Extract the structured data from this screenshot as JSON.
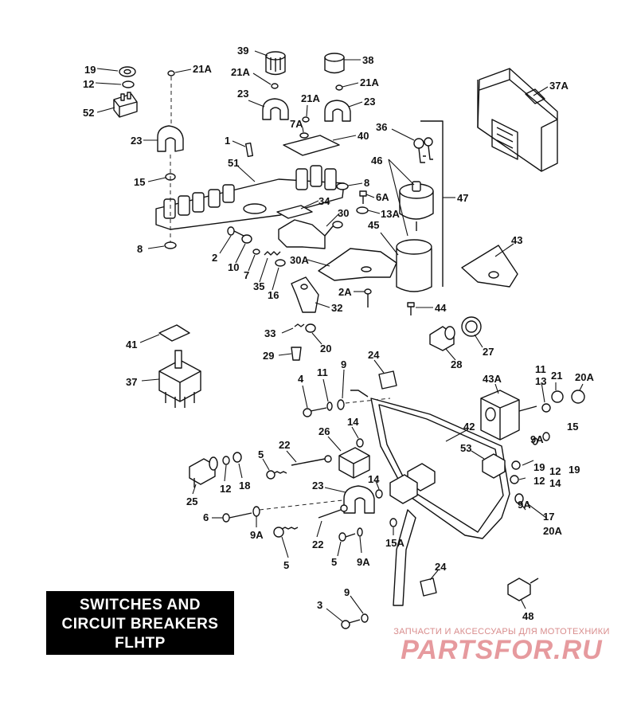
{
  "title": {
    "line1": "SWITCHES AND",
    "line2": "CIRCUIT BREAKERS",
    "line3": "FLHTP"
  },
  "watermark": {
    "caption": "ЗАПЧАСТИ И АКСЕССУАРЫ ДЛЯ МОТОТЕХНИКИ",
    "logo": "PARTSFOR.RU"
  },
  "callouts": {
    "c1": "19",
    "c2": "12",
    "c3": "52",
    "c4": "21A",
    "c5": "39",
    "c6": "21A",
    "c7": "38",
    "c8": "21A",
    "c9": "23",
    "c10": "21A",
    "c11": "23",
    "c12": "37A",
    "c13": "7A",
    "c14": "40",
    "c15": "36",
    "c16": "23",
    "c17": "1",
    "c18": "51",
    "c19": "15",
    "c20": "46",
    "c21": "8",
    "c22": "6A",
    "c23": "47",
    "c24": "34",
    "c25": "30",
    "c26": "13A",
    "c27": "45",
    "c28": "43",
    "c29": "8",
    "c30": "2",
    "c31": "10",
    "c32": "7",
    "c33": "35",
    "c34": "30A",
    "c35": "16",
    "c36": "2A",
    "c37": "32",
    "c38": "44",
    "c39": "33",
    "c40": "41",
    "c41": "29",
    "c42": "20",
    "c43": "28",
    "c44": "27",
    "c45": "37",
    "c46": "24",
    "c47": "4",
    "c48": "11",
    "c49": "9",
    "c50": "11",
    "c51": "13",
    "c52": "21",
    "c53": "20A",
    "c54": "43A",
    "c55": "14",
    "c56": "42",
    "c57": "15",
    "c58": "26",
    "c59": "22",
    "c60": "9A",
    "c61": "5",
    "c62": "53",
    "c63": "19",
    "c64": "12",
    "c65": "19",
    "c66": "12",
    "c67": "14",
    "c68": "25",
    "c69": "12",
    "c70": "18",
    "c71": "23",
    "c72": "14",
    "c73": "9A",
    "c74": "6",
    "c75": "9A",
    "c76": "17",
    "c77": "20A",
    "c78": "22",
    "c79": "15A",
    "c80": "5",
    "c81": "9A",
    "c82": "5",
    "c83": "24",
    "c84": "48",
    "c85": "3",
    "c86": "9"
  }
}
